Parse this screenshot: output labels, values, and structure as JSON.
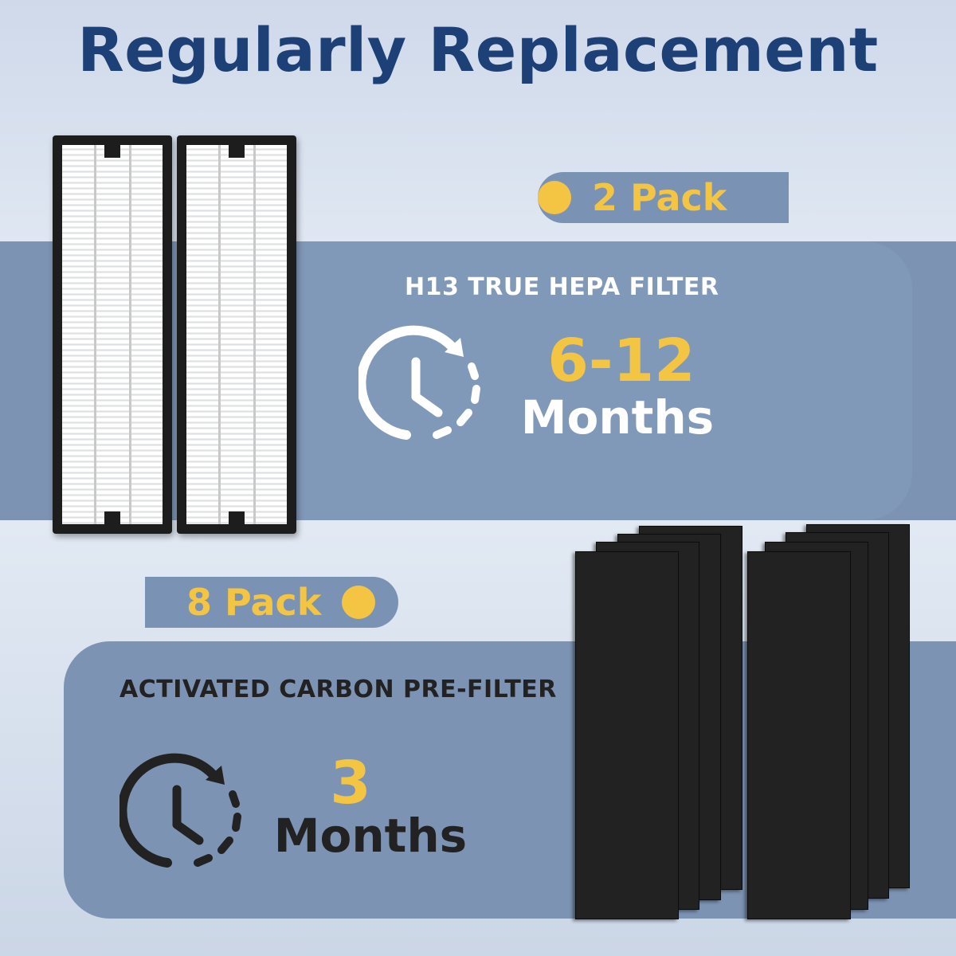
{
  "title": "Regularly Replacement",
  "hepa": {
    "pack": "2 Pack",
    "name": "H13 TRUE HEPA FILTER",
    "duration": "6-12",
    "unit": "Months"
  },
  "carbon": {
    "pack": "8 Pack",
    "name": "ACTIVATED CARBON PRE-FILTER",
    "duration": "3",
    "unit": "Months"
  },
  "colors": {
    "title": "#1d4077",
    "accent": "#f4c542",
    "panel": "#8199b8"
  },
  "icons": [
    "clock-refresh-icon",
    "bullet-dot-icon"
  ]
}
